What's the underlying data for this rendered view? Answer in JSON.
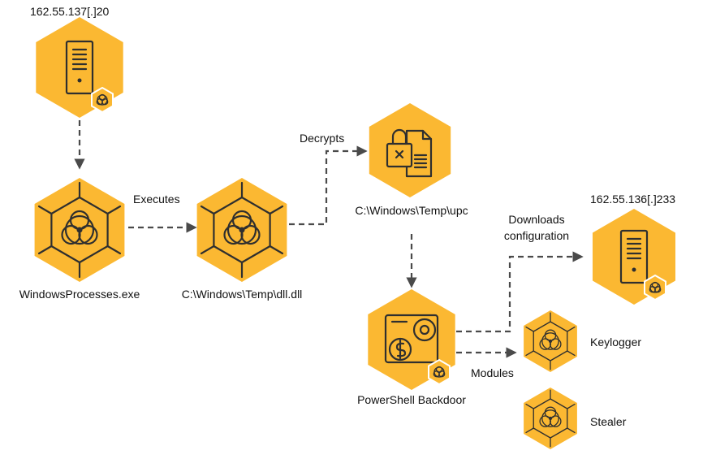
{
  "nodes": {
    "c2_server_1": {
      "label": "162.55.137[.]20"
    },
    "windows_processes": {
      "label": "WindowsProcesses.exe"
    },
    "temp_dll": {
      "label": "C:\\Windows\\Temp\\dll.dll"
    },
    "temp_upc": {
      "label": "C:\\Windows\\Temp\\upc"
    },
    "powershell_backdoor": {
      "label": "PowerShell Backdoor"
    },
    "c2_server_2": {
      "label": "162.55.136[.]233"
    },
    "keylogger": {
      "label": "Keylogger"
    },
    "stealer": {
      "label": "Stealer"
    }
  },
  "edges": {
    "executes": {
      "label": "Executes"
    },
    "decrypts": {
      "label": "Decrypts"
    },
    "downloads": {
      "label_line1": "Downloads",
      "label_line2": "configuration"
    },
    "modules": {
      "label": "Modules"
    }
  },
  "colors": {
    "accent": "#fbb832",
    "ink": "#2f2f2f",
    "edge": "#4a4a4a"
  },
  "icons": {
    "server": "server-icon",
    "biohazard": "biohazard-icon",
    "locked_file": "locked-file-icon",
    "backdoor": "gears-dollar-icon"
  }
}
